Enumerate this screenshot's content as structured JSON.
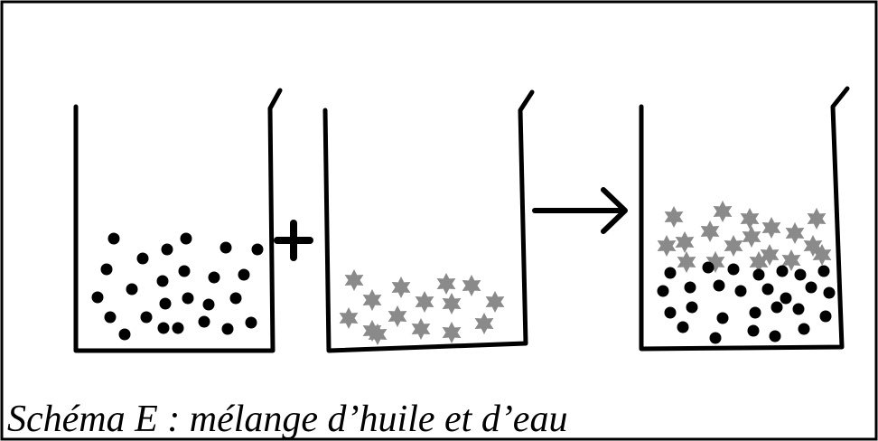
{
  "caption": "Schéma E  : mélange d’huile et d’eau",
  "symbols": {
    "plus": "+",
    "arrow": "→"
  },
  "colors": {
    "border": "#000000",
    "beaker": "#000000",
    "water_particle": "#000000",
    "oil_particle": "#8a8a8a"
  },
  "beakers": [
    {
      "name": "beaker-water",
      "content": "water-particles",
      "particle_shape": "dot"
    },
    {
      "name": "beaker-oil",
      "content": "oil-particles",
      "particle_shape": "star"
    },
    {
      "name": "beaker-mixture",
      "content": "oil-over-water",
      "particle_shape": "star-and-dot"
    }
  ]
}
